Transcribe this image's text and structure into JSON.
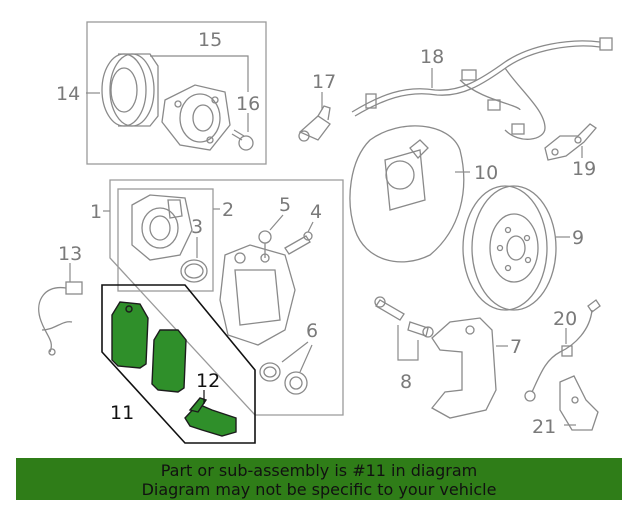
{
  "callouts": {
    "c1": "1",
    "c2": "2",
    "c3": "3",
    "c4": "4",
    "c5": "5",
    "c6": "6",
    "c7": "7",
    "c8": "8",
    "c9": "9",
    "c10": "10",
    "c11": "11",
    "c12": "12",
    "c13": "13",
    "c14": "14",
    "c15": "15",
    "c16": "16",
    "c17": "17",
    "c18": "18",
    "c19": "19",
    "c20": "20",
    "c21": "21"
  },
  "highlight": {
    "part_number": "11",
    "color": "#2f8f2a"
  },
  "banner": {
    "line1": "Part or sub-assembly is #11 in diagram",
    "line2": "Diagram may not be specific to your vehicle",
    "background": "#2f7d18"
  }
}
